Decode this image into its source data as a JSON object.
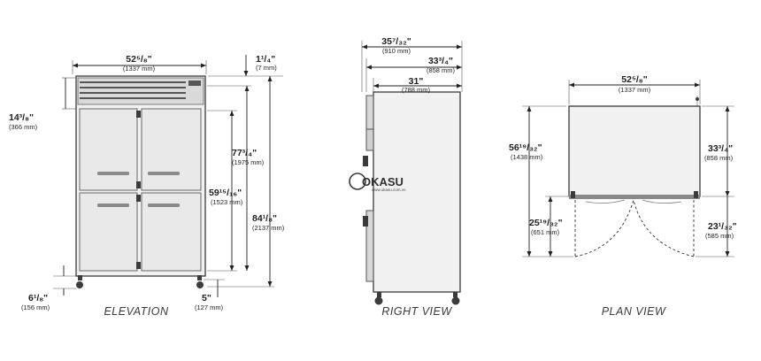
{
  "views": {
    "elevation": "ELEVATION",
    "right": "RIGHT VIEW",
    "plan": "PLAN VIEW"
  },
  "dims": {
    "elev_width": {
      "main": "52⁵/₈\"",
      "mm": "(1337 mm)"
    },
    "elev_top_gap": {
      "main": "1¹/₄\"",
      "mm": "(7 mm)"
    },
    "elev_louver": {
      "main": "14³/₈\"",
      "mm": "(366 mm)"
    },
    "elev_door_height": {
      "main": "77³/₄\"",
      "mm": "(1975 mm)"
    },
    "elev_door_section": {
      "main": "59¹⁵/₁₆\"",
      "mm": "(1523 mm)"
    },
    "elev_total_height": {
      "main": "84¹/₈\"",
      "mm": "(2137 mm)"
    },
    "elev_base": {
      "main": "6¹/₈\"",
      "mm": "(156 mm)"
    },
    "elev_caster": {
      "main": "5\"",
      "mm": "(127 mm)"
    },
    "right_overall": {
      "main": "35⁷/₃₂\"",
      "mm": "(910 mm)"
    },
    "right_body": {
      "main": "33³/₄\"",
      "mm": "(858 mm)"
    },
    "right_inner": {
      "main": "31\"",
      "mm": "(788 mm)"
    },
    "plan_width": {
      "main": "52⁵/₈\"",
      "mm": "(1337 mm)"
    },
    "plan_total_depth": {
      "main": "56¹⁹/₃₂\"",
      "mm": "(1438 mm)"
    },
    "plan_swing_left": {
      "main": "25¹⁹/₃₂\"",
      "mm": "(651 mm)"
    },
    "plan_depth": {
      "main": "33³/₄\"",
      "mm": "(858 mm)"
    },
    "plan_swing_right": {
      "main": "23¹/₃₂\"",
      "mm": "(585 mm)"
    }
  },
  "logo": {
    "name": "OKASU",
    "tagline": "www.okasu.com.vn"
  }
}
